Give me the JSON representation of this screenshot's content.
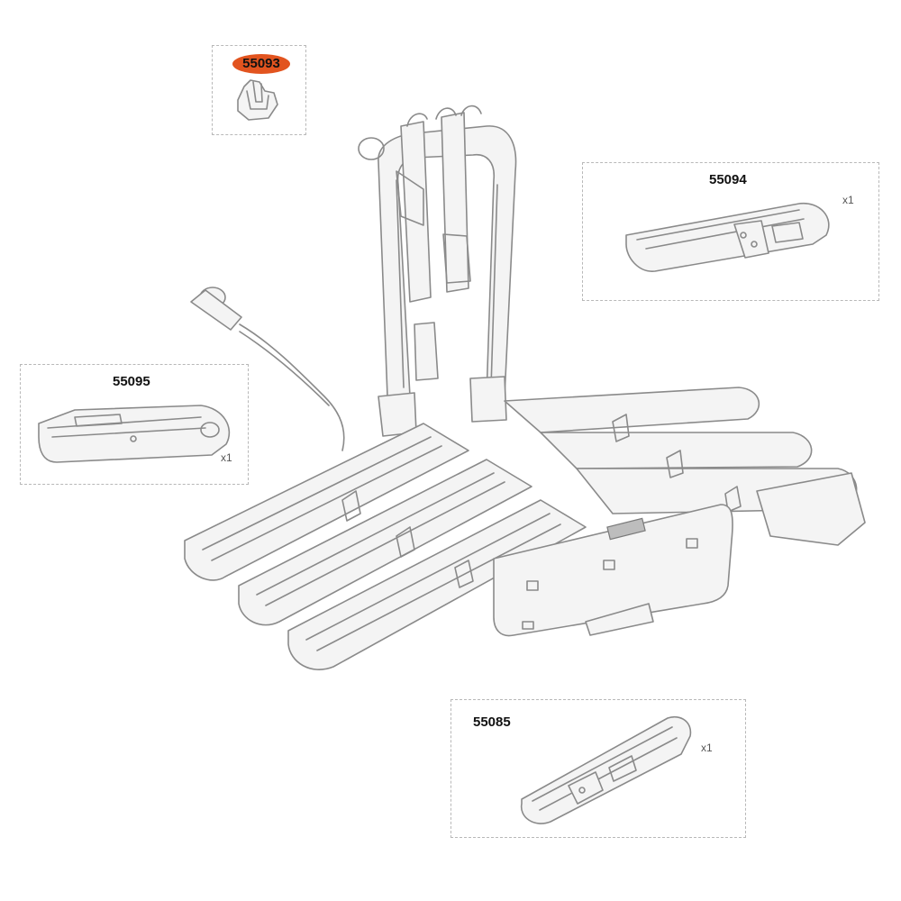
{
  "parts": [
    {
      "id": "p55093",
      "number": "55093",
      "quantity": "",
      "highlighted": true,
      "highlight_color": "#e2541f"
    },
    {
      "id": "p55094",
      "number": "55094",
      "quantity": "x1",
      "highlighted": false
    },
    {
      "id": "p55095",
      "number": "55095",
      "quantity": "x1",
      "highlighted": false
    },
    {
      "id": "p55085",
      "number": "55085",
      "quantity": "x1",
      "highlighted": false
    }
  ],
  "colors": {
    "line": "#8a8a8a",
    "box_border": "#b8b8b8",
    "background": "#ffffff"
  },
  "drawing": {
    "subject": "bike carrier assembly exploded diagram"
  }
}
